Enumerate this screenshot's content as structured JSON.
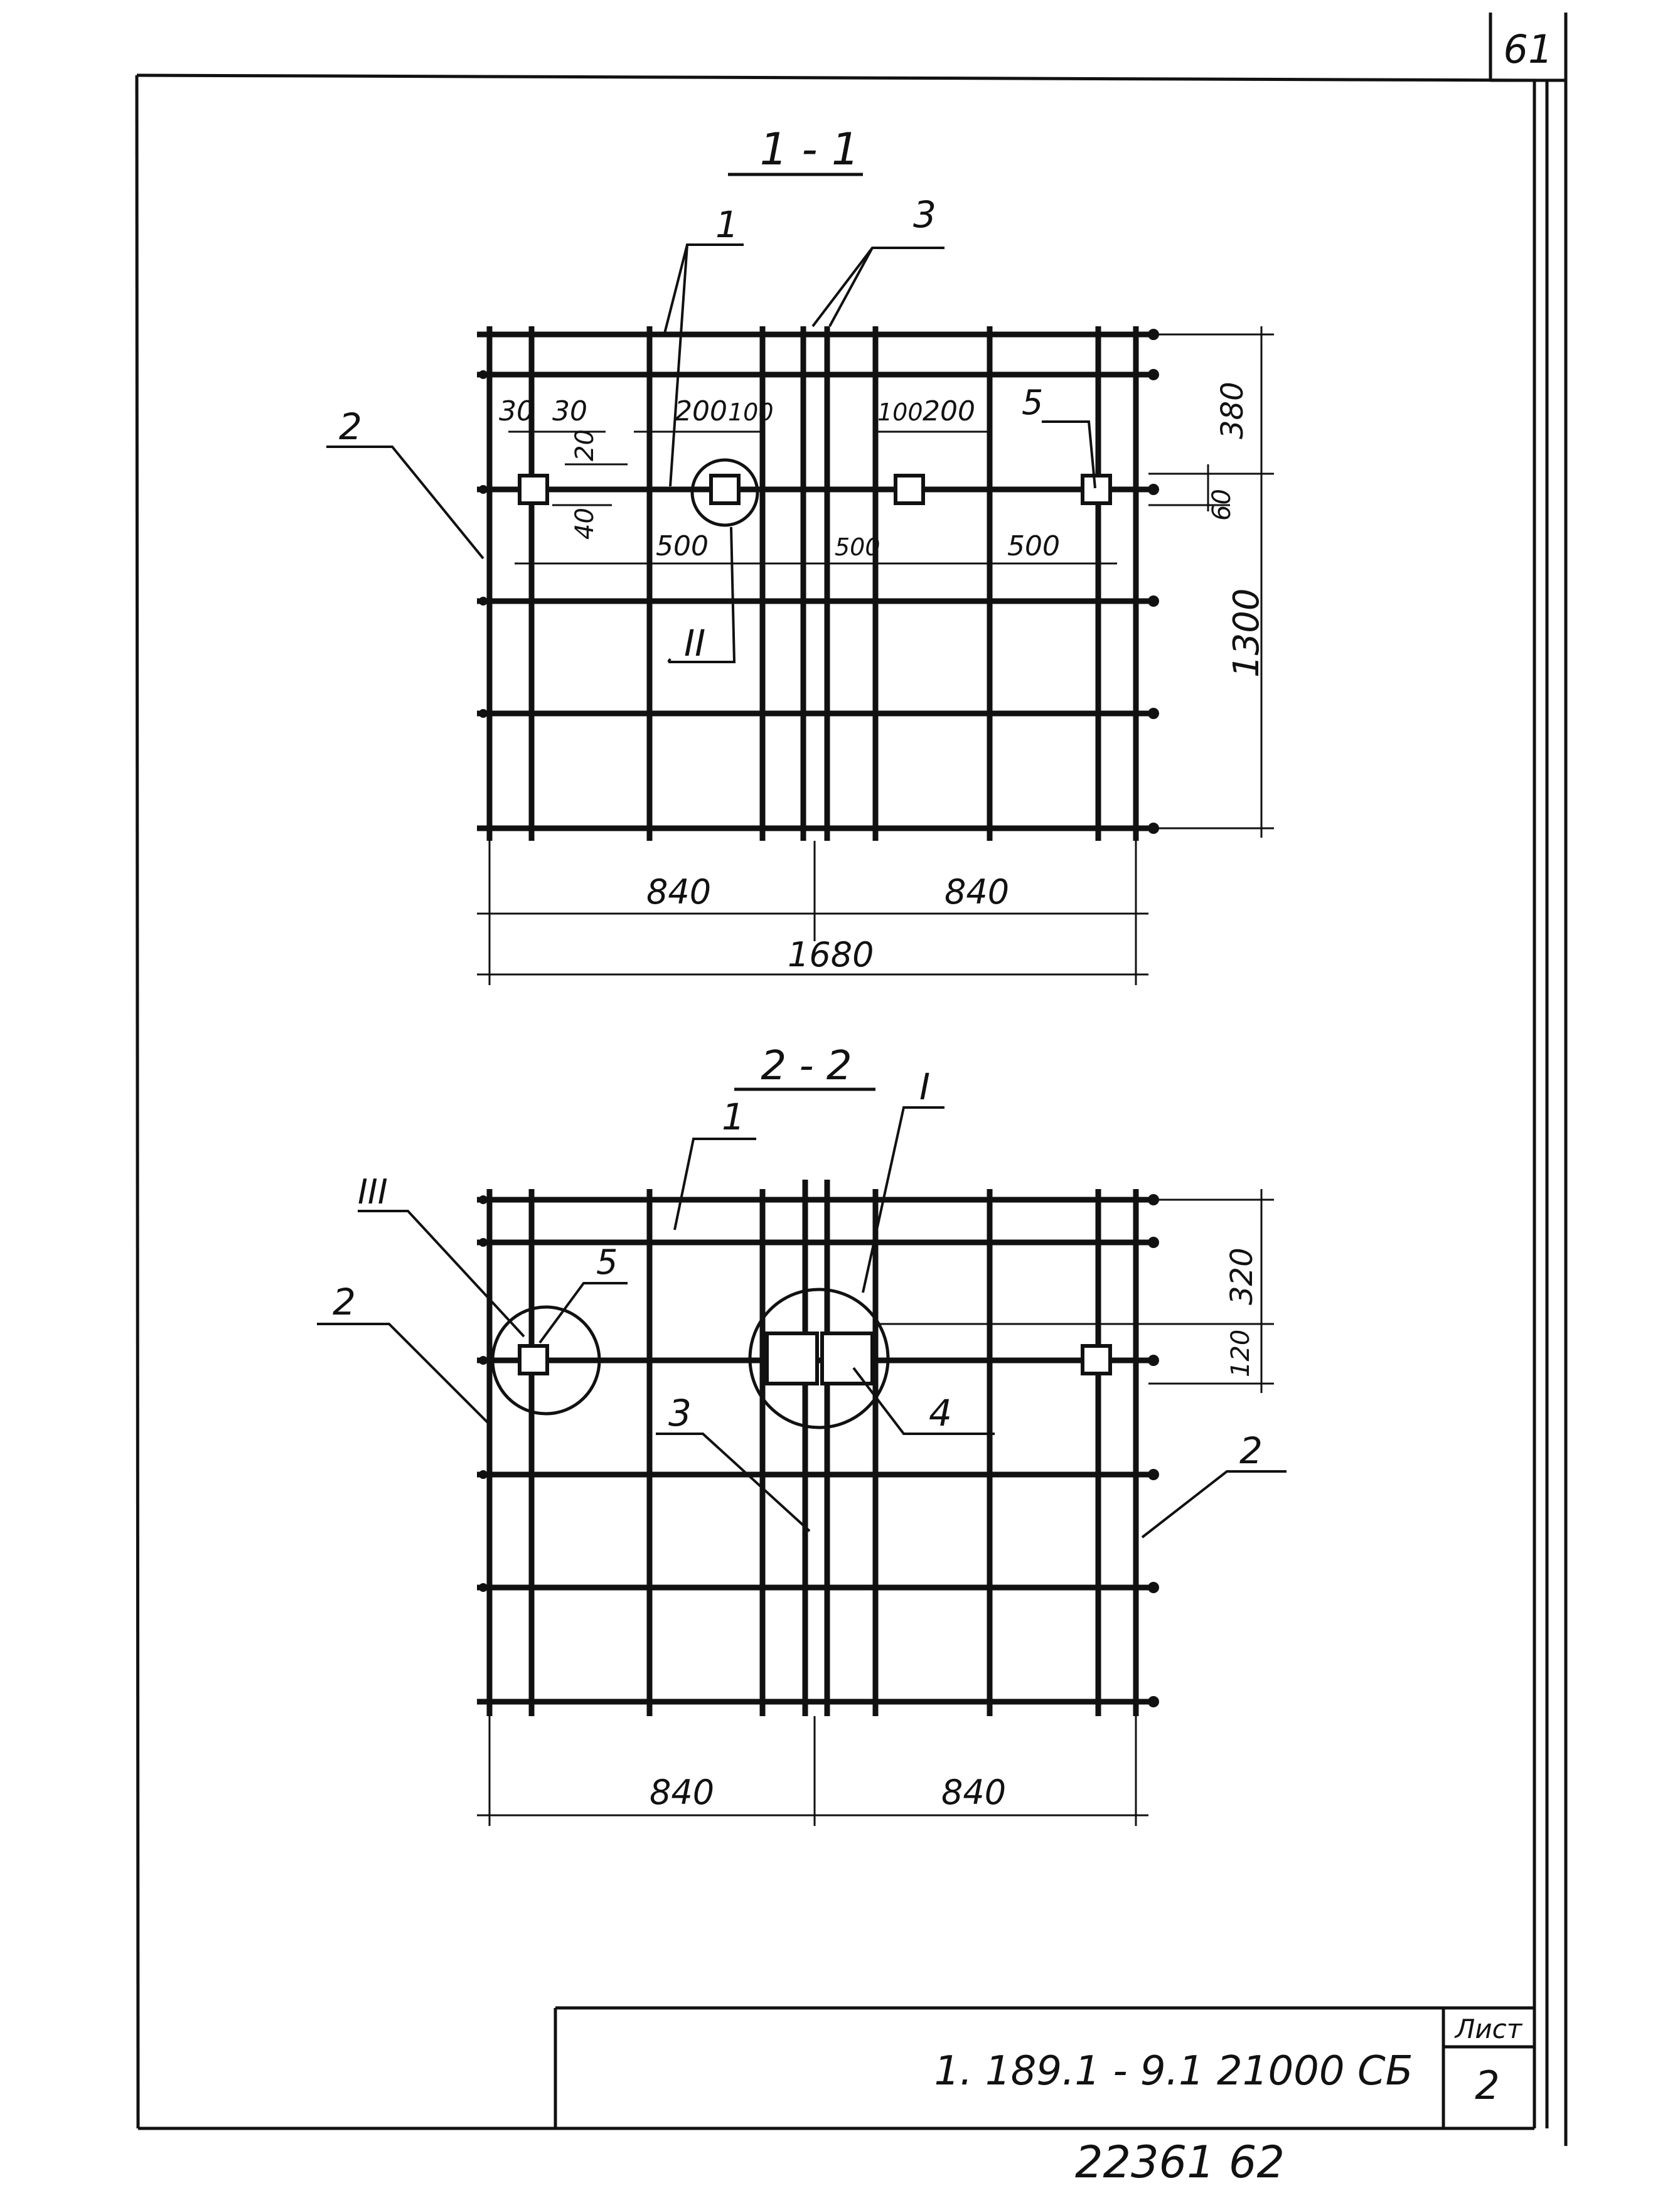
{
  "sheet": {
    "page_number": "61",
    "doc_code": "1. 189.1 - 9.1 21000 СБ",
    "sheet_label": "Лист",
    "sheet_number": "2",
    "bottom_number": "22361 62"
  },
  "section1": {
    "title": "1 - 1",
    "callouts": [
      "1",
      "3",
      "2",
      "5",
      "II"
    ],
    "dims": {
      "d30a": "30",
      "d30b": "30",
      "d20": "20",
      "d40": "40",
      "d200a": "200",
      "d100a": "100",
      "d100b": "100",
      "d200b": "200",
      "d500a": "500",
      "d500b": "500",
      "d500c": "500",
      "d380": "380",
      "d60": "60",
      "d1300": "1300",
      "d840a": "840",
      "d840b": "840",
      "d1680": "1680"
    }
  },
  "section2": {
    "title": "2 - 2",
    "callouts": [
      "1",
      "I",
      "III",
      "5",
      "2",
      "3",
      "4",
      "2"
    ],
    "dims": {
      "d320": "320",
      "d120": "120",
      "d840a": "840",
      "d840b": "840"
    }
  },
  "colors": {
    "ink": "#111111",
    "paper": "#ffffff"
  }
}
